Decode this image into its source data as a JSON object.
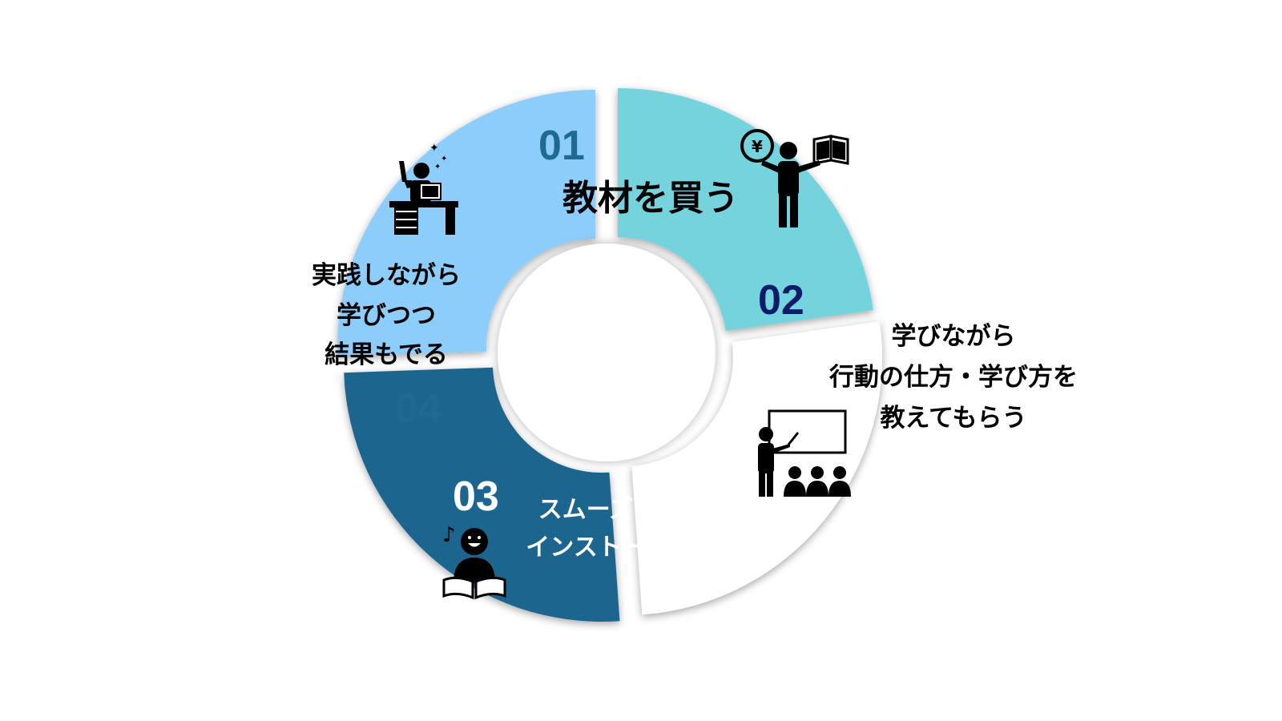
{
  "colors": {
    "seg01": "#74d3de",
    "seg02": "#ffffff",
    "seg03": "#1f658f",
    "seg04": "#8dcdfb",
    "num01": "#1e6a93",
    "num02": "#0c1c6b",
    "num03": "#ffffff",
    "num04": "#1e6a93",
    "icon": "#000000"
  },
  "steps": [
    {
      "number": "01",
      "label": "教材を買う",
      "icon": "presenter-yen-book-icon"
    },
    {
      "number": "02",
      "label": "学びながら\n行動の仕方・学び方を\n教えてもらう",
      "icon": "teacher-whiteboard-audience-icon"
    },
    {
      "number": "03",
      "label": "スムーズに\nインストール",
      "icon": "smiling-reader-book-icon"
    },
    {
      "number": "04",
      "label": "実践しながら\n学びつつ\n結果もでる",
      "icon": "desk-laptop-raised-hand-icon"
    }
  ]
}
